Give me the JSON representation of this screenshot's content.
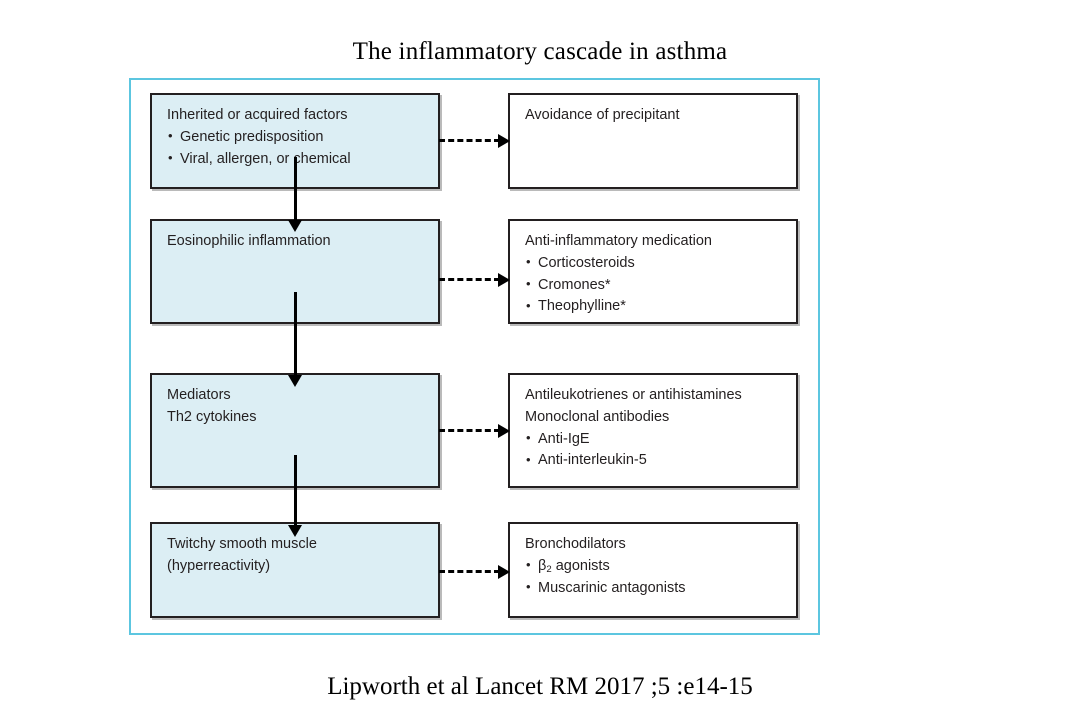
{
  "title": "The inflammatory cascade in asthma",
  "caption": "Lipworth et al Lancet RM 2017 ;5 :e14-15",
  "colors": {
    "frame_border": "#5cc6e0",
    "cause_fill": "#dceef4",
    "treatment_fill": "#ffffff",
    "box_border": "#231f20",
    "text": "#231f20",
    "arrow": "#000000"
  },
  "cascade": [
    {
      "head": "Inherited or acquired factors",
      "bullets": [
        "Genetic predisposition",
        "Viral, allergen, or chemical"
      ]
    },
    {
      "head": "Eosinophilic inflammation",
      "bullets": []
    },
    {
      "head": "Mediators",
      "head2": "Th2 cytokines",
      "bullets": []
    },
    {
      "head": "Twitchy smooth muscle",
      "head2": "(hyperreactivity)",
      "bullets": []
    }
  ],
  "treatments": [
    {
      "head": "Avoidance of precipitant",
      "bullets": []
    },
    {
      "head": "Anti-inflammatory medication",
      "bullets": [
        "Corticosteroids",
        "Cromones*",
        "Theophylline*"
      ]
    },
    {
      "head": "Antileukotrienes or antihistamines",
      "head2": "Monoclonal antibodies",
      "bullets": [
        "Anti-IgE",
        "Anti-interleukin-5"
      ]
    },
    {
      "head": "Bronchodilators",
      "bullets_html": [
        "β₂ agonists",
        "Muscarinic antagonists"
      ],
      "bullets": [
        "β agonists",
        "Muscarinic antagonists"
      ],
      "beta_sub": "2",
      "beta_label": "β",
      "beta_rest": " agonists"
    }
  ],
  "connectors": {
    "vertical_label": "leads-to",
    "horizontal_label": "treated-by"
  }
}
